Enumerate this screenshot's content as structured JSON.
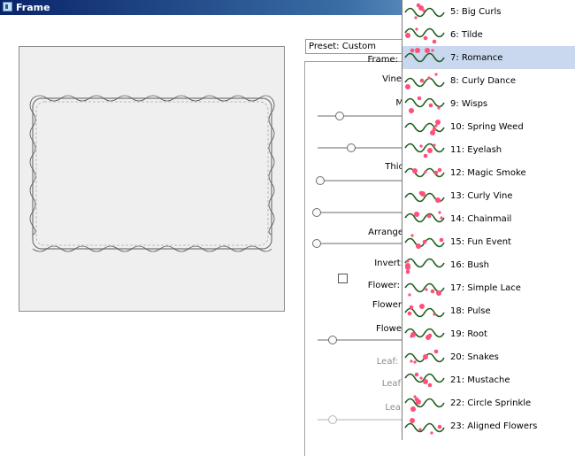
{
  "window": {
    "title": "Frame"
  },
  "preset": {
    "value": "Preset: Custom"
  },
  "controls": {
    "frame_label": "Frame:",
    "vine_label": "Vine",
    "m_label": "M",
    "thic_label": "Thic",
    "arrange_label": "Arrange",
    "invert_label": "Invert:",
    "flower_label": "Flower:",
    "flower2_label": "Flower",
    "flowe_label": "Flowe",
    "leaf_label": "Leaf:",
    "leaf2_label": "Leaf",
    "lea_label": "Lea"
  },
  "dropdown": {
    "selected_index": 2,
    "items": [
      {
        "label": "5: Big Curls"
      },
      {
        "label": "6: Tilde"
      },
      {
        "label": "7: Romance"
      },
      {
        "label": "8: Curly Dance"
      },
      {
        "label": "9: Wisps"
      },
      {
        "label": "10: Spring Weed"
      },
      {
        "label": "11: Eyelash"
      },
      {
        "label": "12: Magic Smoke"
      },
      {
        "label": "13: Curly Vine"
      },
      {
        "label": "14: Chainmail"
      },
      {
        "label": "15: Fun Event"
      },
      {
        "label": "16: Bush"
      },
      {
        "label": "17: Simple Lace"
      },
      {
        "label": "18: Pulse"
      },
      {
        "label": "19: Root"
      },
      {
        "label": "20: Snakes"
      },
      {
        "label": "21: Mustache"
      },
      {
        "label": "22: Circle Sprinkle"
      },
      {
        "label": "23: Aligned Flowers"
      }
    ]
  },
  "colors": {
    "flower": "#ff4f7b",
    "vine": "#1f5f1f",
    "selection": "#c9d8ee"
  }
}
